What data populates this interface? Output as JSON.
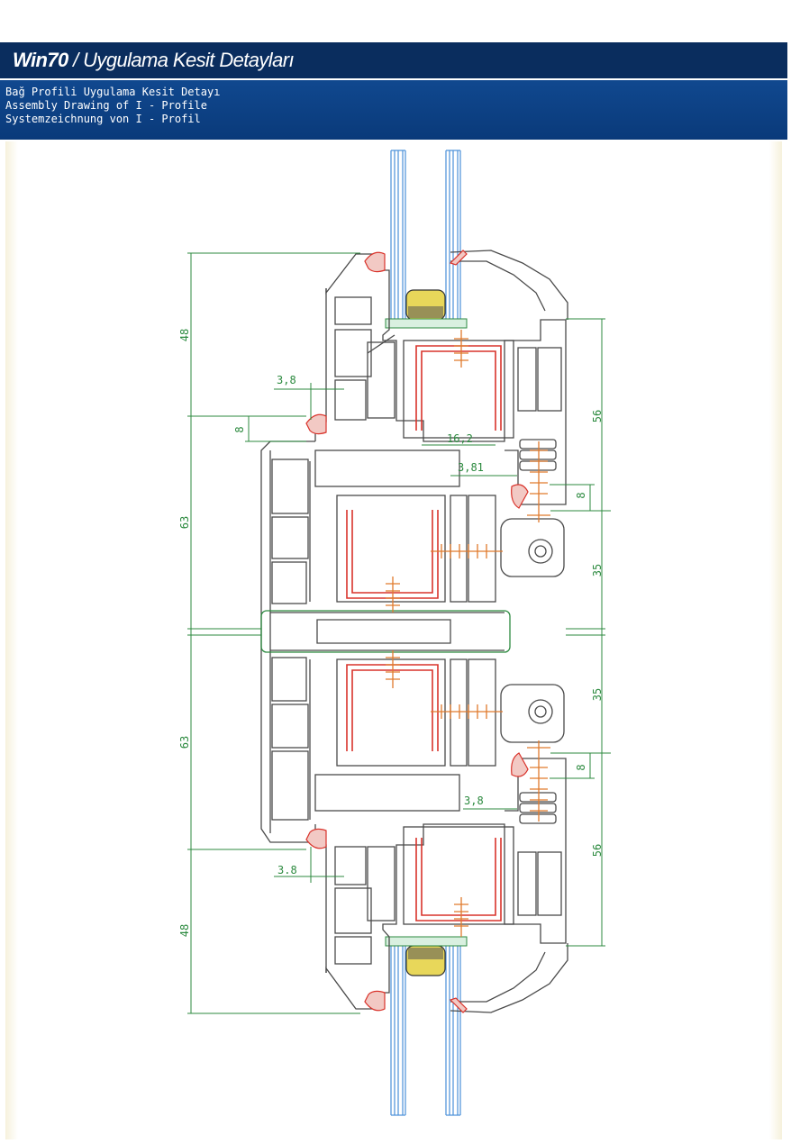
{
  "header": {
    "brand": "Win70",
    "separator": "/",
    "title": "Uygulama Kesit Detayları"
  },
  "subheader": {
    "line1": "Bağ Profili Uygulama Kesit Detayı",
    "line2": "Assembly Drawing of I - Profile",
    "line3": "Systemzeichnung von I - Profil"
  },
  "dimensions": {
    "left_top_48": "48",
    "left_63_top": "63",
    "left_63_bottom": "63",
    "left_bottom_48": "48",
    "gap_3_8_top": "3,8",
    "gap_8_left": "8",
    "width_16_2": "16,2",
    "gap_3_81": "3,81",
    "right_56_top": "56",
    "right_8_top": "8",
    "right_35_top": "35",
    "right_35_bottom": "35",
    "right_8_bottom": "8",
    "gap_3_8_mid": "3,8",
    "right_56_bottom": "56",
    "gap_3_8_bottom": "3.8"
  },
  "colors": {
    "header_bg": "#0a2d5e",
    "subheader_bg": "#0c3f82",
    "profile_line": "#4a4a4a",
    "dimension_line": "#2c8a3f",
    "steel_reinforcement": "#d9332b",
    "screw": "#e07a2c",
    "glass": "#4a90d9",
    "spacer_fill": "#e8d75a"
  }
}
